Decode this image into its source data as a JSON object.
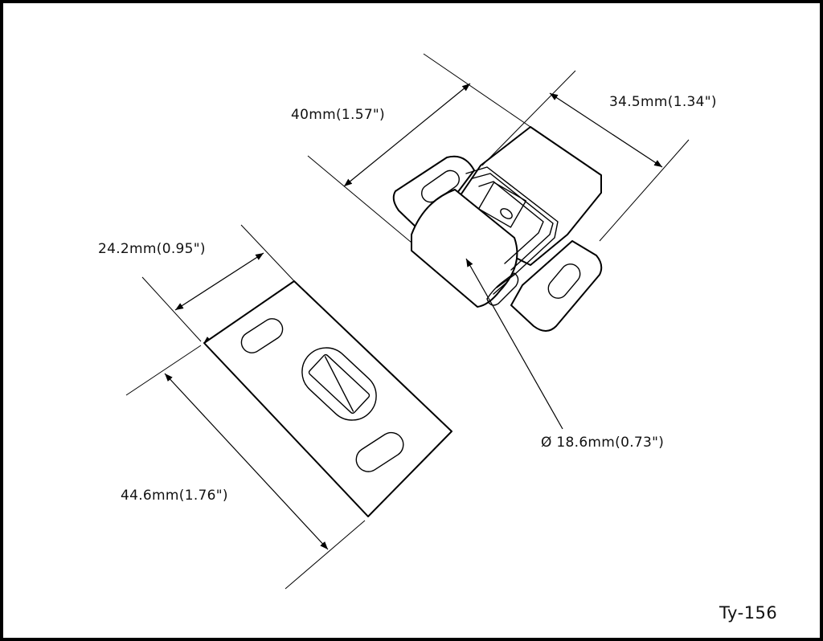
{
  "dimensions": {
    "catch_length": "40mm(1.57\")",
    "catch_width": "34.5mm(1.34\")",
    "roller_diameter": "Ø 18.6mm(0.73\")",
    "plate_width": "24.2mm(0.95\")",
    "plate_length": "44.6mm(1.76\")"
  },
  "model_code": "Ty-156"
}
